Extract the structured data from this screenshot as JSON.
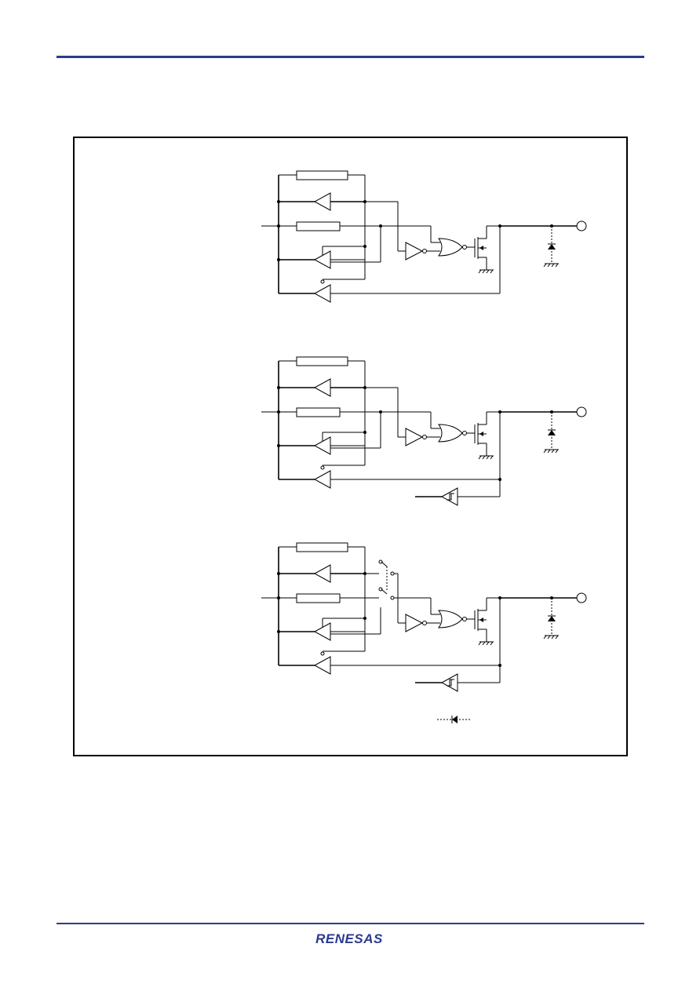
{
  "colors": {
    "rule": "#2b3a8f",
    "logo": "#2b3a8f",
    "line": "#000000"
  },
  "footer": {
    "logo_text": "RENESAS"
  },
  "diagram": {
    "circuits": [
      {
        "id": "circuit-1",
        "has_schmitt_input": false,
        "has_switch": false
      },
      {
        "id": "circuit-2",
        "has_schmitt_input": true,
        "has_switch": false
      },
      {
        "id": "circuit-3",
        "has_schmitt_input": true,
        "has_switch": true
      }
    ],
    "legend": {
      "symbol": "dashed-diode-icon"
    }
  }
}
